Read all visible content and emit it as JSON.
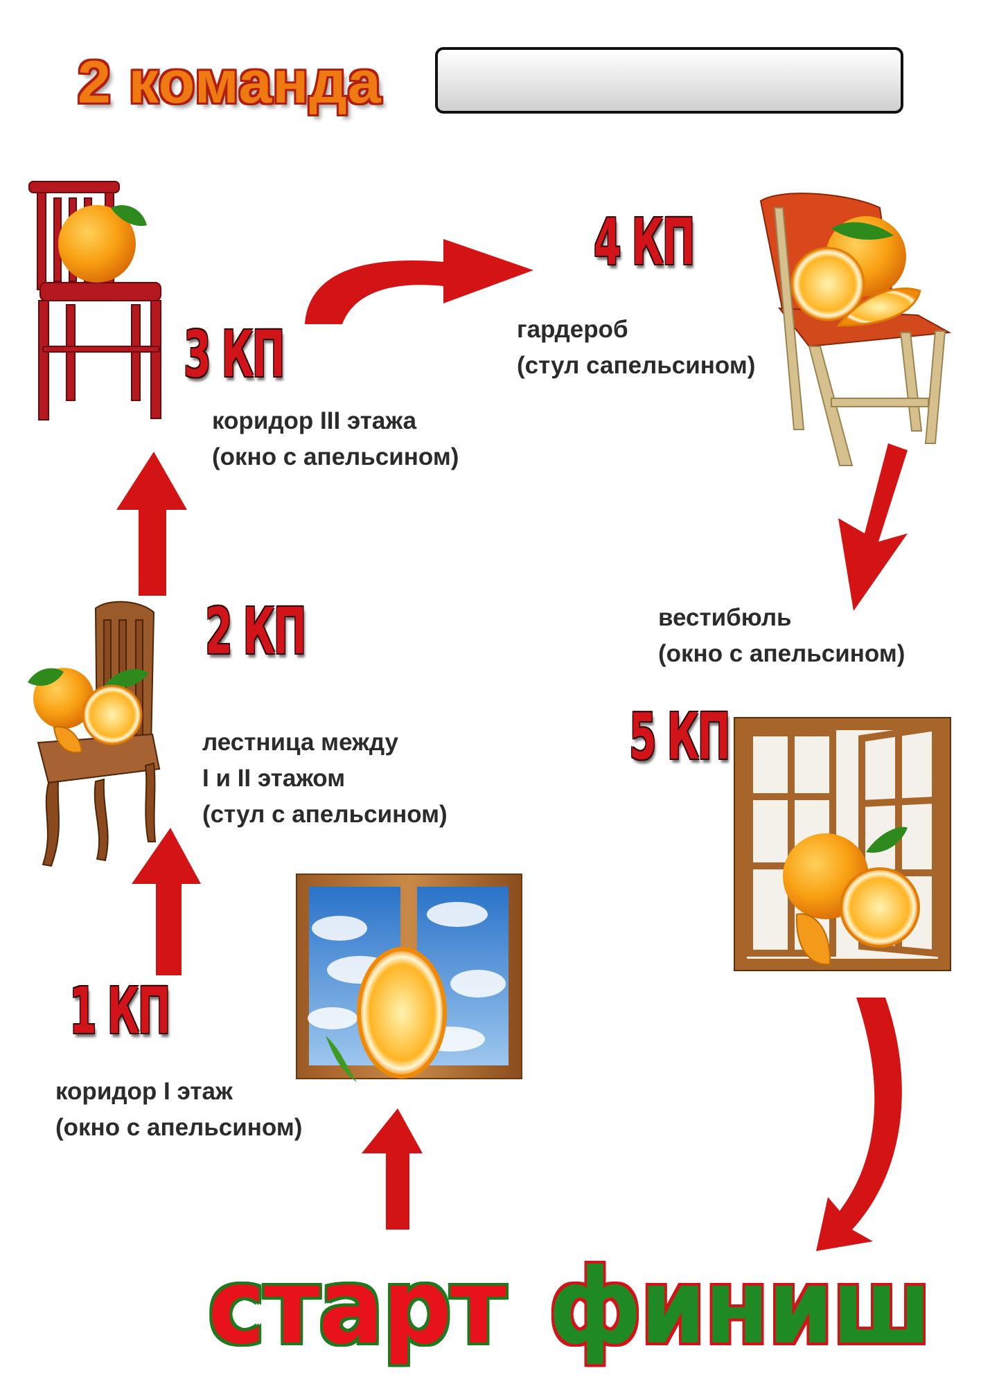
{
  "title": {
    "team": "2 команда"
  },
  "checkpoints": [
    {
      "label": "1 КП",
      "lines": [
        "коридор I этаж",
        "(окно с апельсином)"
      ]
    },
    {
      "label": "2 КП",
      "lines": [
        "лестница между",
        "I и II этажом",
        "(стул с апельсином)"
      ]
    },
    {
      "label": "3 КП",
      "lines": [
        "коридор III этажа",
        "(окно с апельсином)"
      ]
    },
    {
      "label": "4 КП",
      "lines": [
        "гардероб",
        "(стул сапельсином)"
      ]
    },
    {
      "label": "5 КП",
      "lines": [
        "вестибюль",
        "(окно с апельсином)"
      ]
    }
  ],
  "route": {
    "start": "старт",
    "finish": "финиш"
  },
  "icons": [
    "chair-icon",
    "orange-icon",
    "window-icon",
    "arrow-icon"
  ],
  "colors": {
    "arrow": "#d41414",
    "title": "#f07a12",
    "start": "#e8121a",
    "finish": "#1f8a24"
  }
}
